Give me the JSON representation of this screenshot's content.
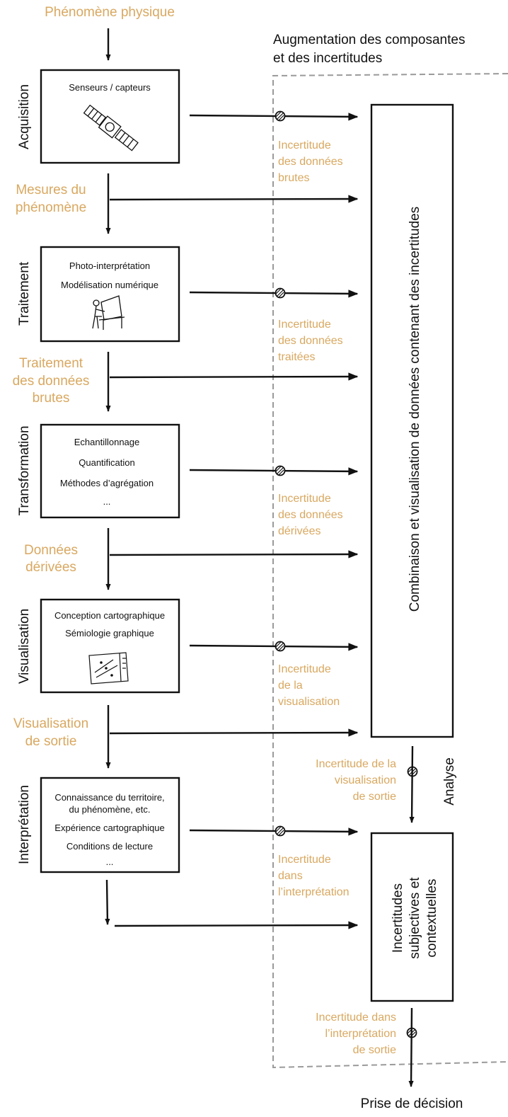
{
  "colors": {
    "accent": "#d9a860",
    "ink": "#111111",
    "dashed": "#9a9a9a"
  },
  "source_label": "Phénomène physique",
  "right_header": [
    "Augmentation des composantes",
    "et des incertitudes"
  ],
  "stages": [
    {
      "title": "Acquisition",
      "items": [
        "Senseurs / capteurs"
      ],
      "icon": "satellite-icon"
    },
    {
      "title": "Traitement",
      "items": [
        "Photo-interprétation",
        "Modélisation numérique"
      ],
      "icon": "person-at-desk-icon"
    },
    {
      "title": "Transformation",
      "items": [
        "Echantillonnage",
        "Quantification",
        "Méthodes d’agrégation",
        "..."
      ],
      "icon": ""
    },
    {
      "title": "Visualisation",
      "items": [
        "Conception cartographique",
        "Sémiologie graphique"
      ],
      "icon": "map-sketch-icon"
    },
    {
      "title": "Interprétation",
      "items": [
        "Connaissance du territoire,",
        "du phénomène, etc.",
        "Expérience cartographique",
        "Conditions de lecture",
        "..."
      ],
      "icon": ""
    }
  ],
  "outputs": [
    [
      "Mesures du",
      "phénomène"
    ],
    [
      "Traitement",
      "des données",
      "brutes"
    ],
    [
      "Données",
      "dérivées"
    ],
    [
      "Visualisation",
      "de sortie"
    ]
  ],
  "uncertainties": [
    [
      "Incertitude",
      "des données",
      "brutes"
    ],
    [
      "Incertitude",
      "des données",
      "traitées"
    ],
    [
      "Incertitude",
      "des données",
      "dérivées"
    ],
    [
      "Incertitude",
      "de la",
      "visualisation"
    ],
    [
      "Incertitude",
      "dans",
      "l’interprétation"
    ]
  ],
  "combination_box": "Combinaison et visualisation de données contenant des incertitudes",
  "analysis_label": "Analyse",
  "analysis_uncertainty": [
    "Incertitude de la",
    "visualisation",
    "de sortie"
  ],
  "subjective_box": [
    "Incertitudes",
    "subjectives et",
    "contextuelles"
  ],
  "final_uncertainty": [
    "Incertitude dans",
    "l’interprétation",
    "de sortie"
  ],
  "decision_label": "Prise de décision"
}
